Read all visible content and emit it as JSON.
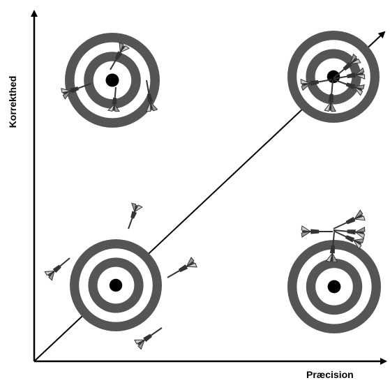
{
  "diagram": {
    "y_axis_label": "Korrekthed",
    "x_axis_label": "Præcision",
    "colors": {
      "ring_dark": "#555555",
      "ring_light": "#ffffff",
      "bullseye": "#000000",
      "axis": "#000000",
      "dart_body": "#333333",
      "dart_fin": "#999999"
    },
    "targets": [
      {
        "name": "target-top-left",
        "accuracy": "high",
        "precision": "low",
        "dart_count": 4
      },
      {
        "name": "target-top-right",
        "accuracy": "high",
        "precision": "high",
        "dart_count": 5
      },
      {
        "name": "target-bottom-left",
        "accuracy": "low",
        "precision": "low",
        "dart_count": 4
      },
      {
        "name": "target-bottom-right",
        "accuracy": "low",
        "precision": "high",
        "dart_count": 5
      }
    ]
  }
}
